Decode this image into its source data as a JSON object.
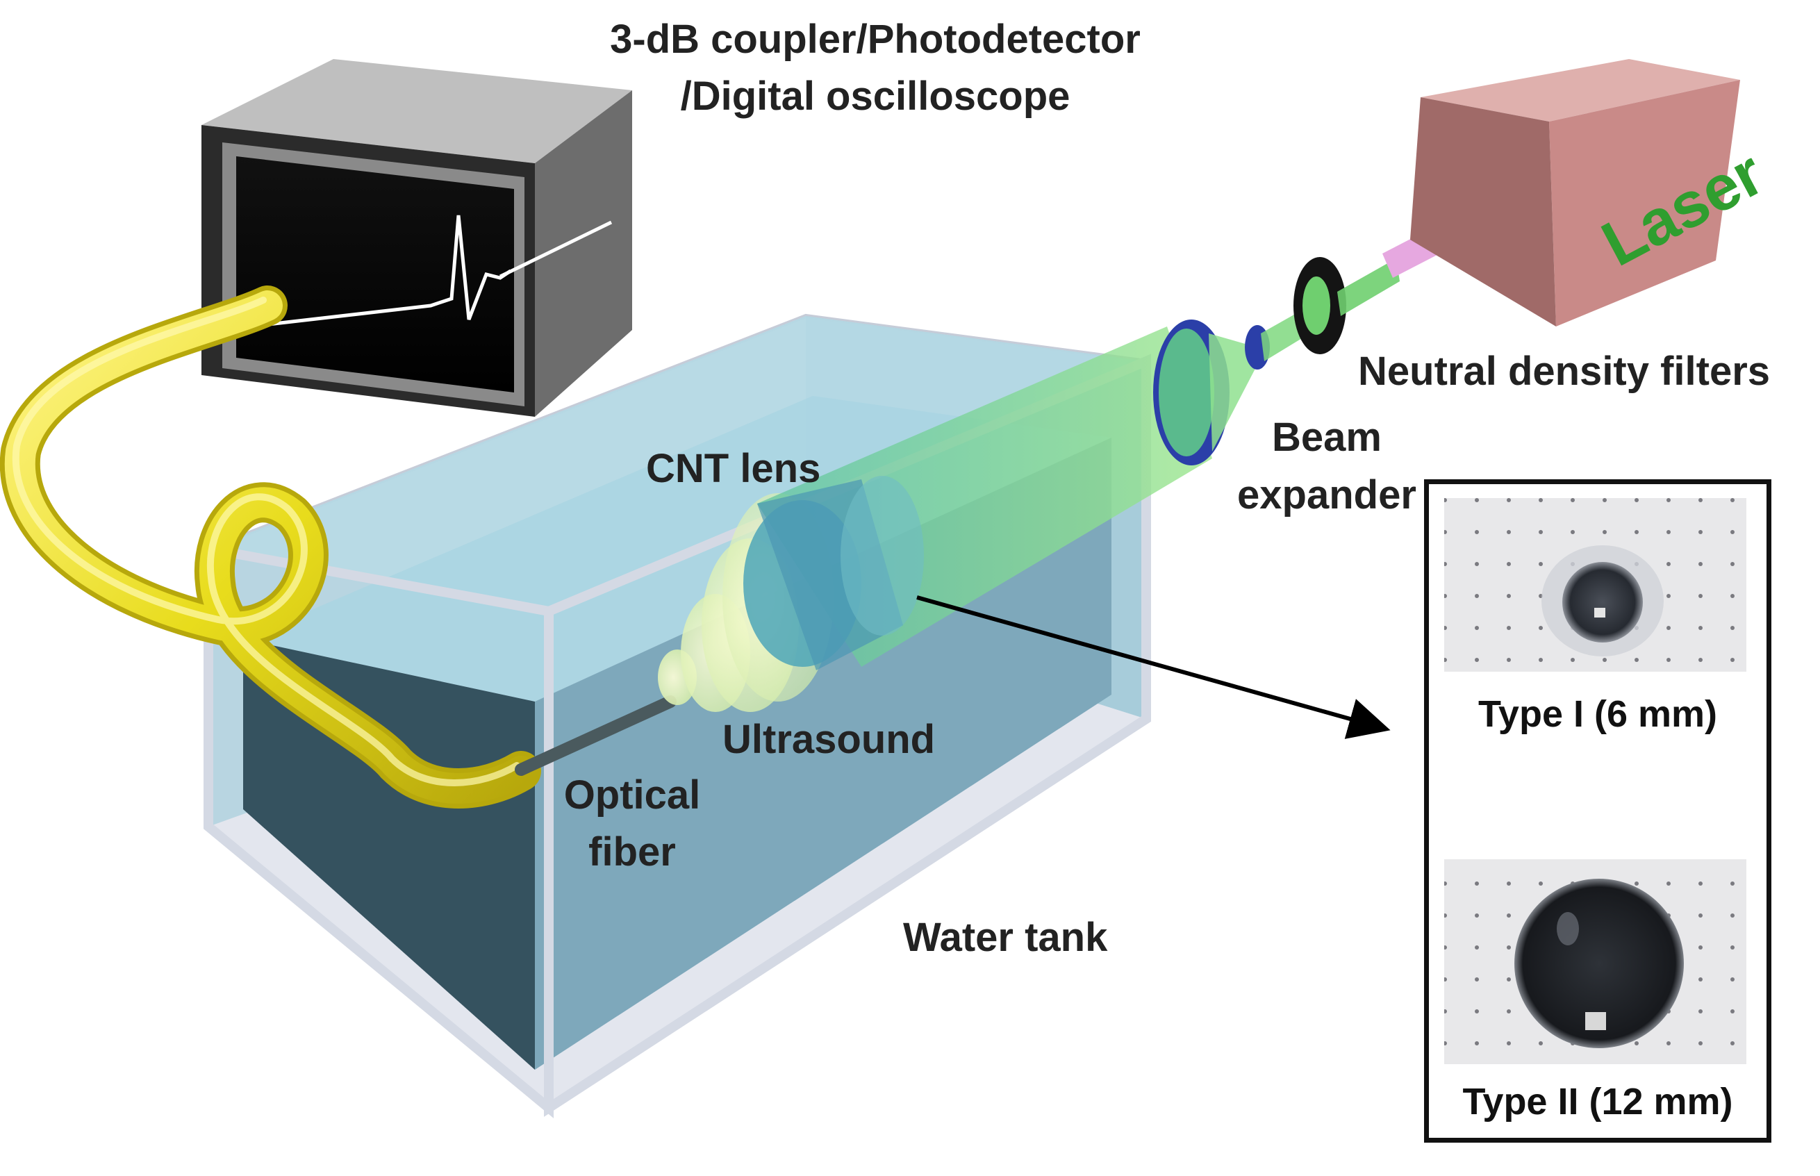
{
  "labels": {
    "instrument_line1": "3-dB coupler/Photodetector",
    "instrument_line2": "/Digital oscilloscope",
    "laser_text": "Laser",
    "nd_filters": "Neutral density filters",
    "beam_line1": "Beam",
    "beam_line2": "expander",
    "cnt_lens": "CNT lens",
    "ultrasound": "Ultrasound",
    "optical_line1": "Optical",
    "optical_line2": "fiber",
    "water_tank": "Water tank"
  },
  "inset": {
    "type1_caption": "Type I (6 mm)",
    "type2_caption": "Type II (12 mm)"
  },
  "colors": {
    "tube": "#e8dc1c",
    "laser_box": "#c98a88",
    "laser_text": "#2f9e2f",
    "beam": "#8fe08f",
    "lens": "#2b3fa8",
    "water": "#9cc9d8"
  }
}
